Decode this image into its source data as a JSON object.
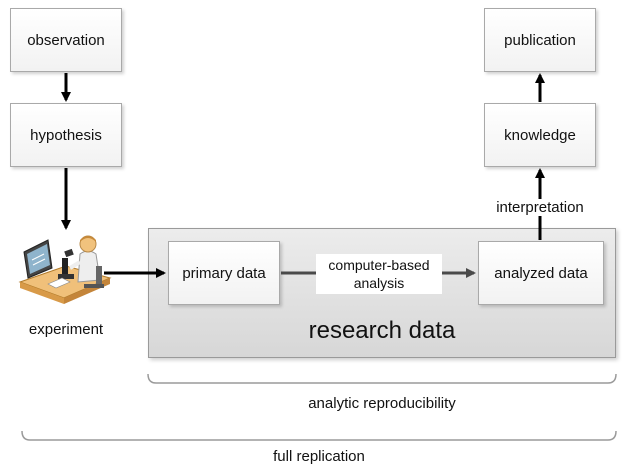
{
  "nodes": {
    "observation": "observation",
    "hypothesis": "hypothesis",
    "experiment": "experiment",
    "primary_data": "primary data",
    "analysis": "computer-based analysis",
    "analyzed_data": "analyzed data",
    "knowledge": "knowledge",
    "publication": "publication",
    "interpretation": "interpretation"
  },
  "region": {
    "title": "research data"
  },
  "brackets": {
    "analytic": "analytic reproducibility",
    "full": "full replication"
  },
  "icons": {
    "experiment": "scientist-at-microscope-icon"
  },
  "colors": {
    "arrow_black": "#000000",
    "arrow_gray": "#4a4a4a",
    "panel": "#dcdcdc",
    "box_border": "#a9a9a9"
  }
}
